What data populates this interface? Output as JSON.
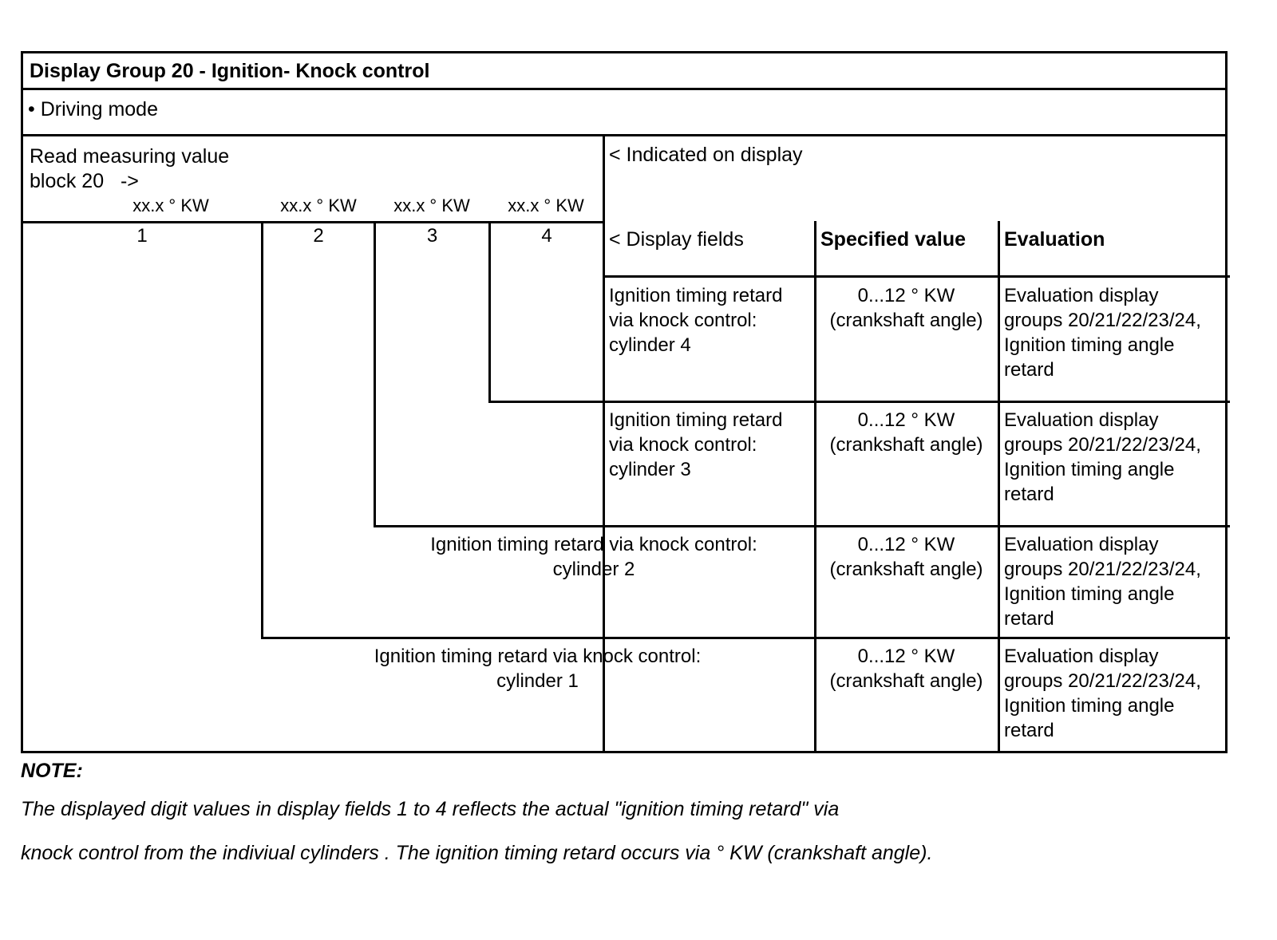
{
  "header": {
    "title": "Display Group 20 - Ignition- Knock control",
    "mode": "• Driving mode",
    "read_line1": "Read measuring value",
    "read_line2": "block 20   ->",
    "indicated_on_display": "< Indicated on display",
    "display_fields_header": "< Display fields",
    "specified_value_header": "Specified value",
    "evaluation_header": "Evaluation"
  },
  "kw_labels": [
    "xx.x ° KW",
    "xx.x ° KW",
    "xx.x ° KW",
    "xx.x ° KW"
  ],
  "field_numbers": [
    "1",
    "2",
    "3",
    "4"
  ],
  "rows": [
    {
      "field": "Ignition timing retard\nvia knock control:\ncylinder 4",
      "specified": "0...12 ° KW\n(crankshaft angle)",
      "evaluation": "Evaluation display\ngroups 20/21/22/23/24,\nIgnition timing angle\nretard"
    },
    {
      "field": "Ignition timing retard\nvia knock control:\ncylinder 3",
      "specified": "0...12 ° KW\n(crankshaft angle)",
      "evaluation": "Evaluation display\ngroups 20/21/22/23/24,\nIgnition timing angle\nretard"
    },
    {
      "field": "Ignition timing retard via knock control:\ncylinder 2",
      "specified": "0...12 ° KW\n(crankshaft angle)",
      "evaluation": "Evaluation display\ngroups 20/21/22/23/24,\nIgnition timing angle\nretard"
    },
    {
      "field": "Ignition timing retard via knock control:\ncylinder 1",
      "specified": "0...12 ° KW\n(crankshaft angle)",
      "evaluation": "Evaluation display\ngroups 20/21/22/23/24,\nIgnition timing angle\nretard"
    }
  ],
  "note": {
    "label": "NOTE:",
    "line1": "The displayed digit values in display fields 1 to 4 reflects the actual \"ignition timing retard\" via",
    "line2": "knock control from the indiviual cylinders . The ignition timing retard occurs via ° KW (crankshaft angle)."
  }
}
